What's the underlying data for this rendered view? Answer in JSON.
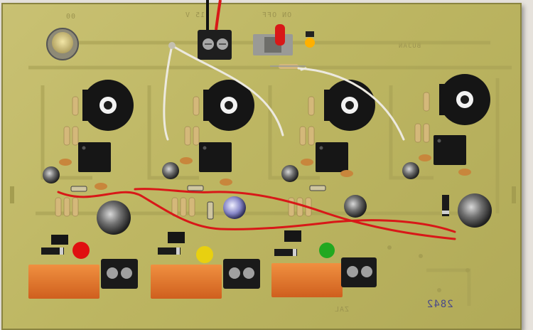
{
  "board": {
    "silkscreen": {
      "top_left": "00",
      "top_center": "15 V",
      "top_switch": "ON OFF",
      "top_right": "BUJAN",
      "bottom_center": "ZAL",
      "bottom_right": "2842"
    }
  },
  "colors": {
    "pcb": "#bdb662",
    "trace": "#a59e52",
    "relay": "#e0742a",
    "terminal": "#1e1e1e",
    "wire_red": "#d81818",
    "wire_white": "#ece9df",
    "led_red": "#e01010",
    "led_yellow": "#e8d010",
    "led_green": "#22a820",
    "led_orange": "#ffb000"
  },
  "channels": [
    {
      "id": "1",
      "led": "red"
    },
    {
      "id": "2",
      "led": "yellow"
    },
    {
      "id": "3",
      "led": "green"
    },
    {
      "id": "4",
      "led": "none"
    }
  ]
}
